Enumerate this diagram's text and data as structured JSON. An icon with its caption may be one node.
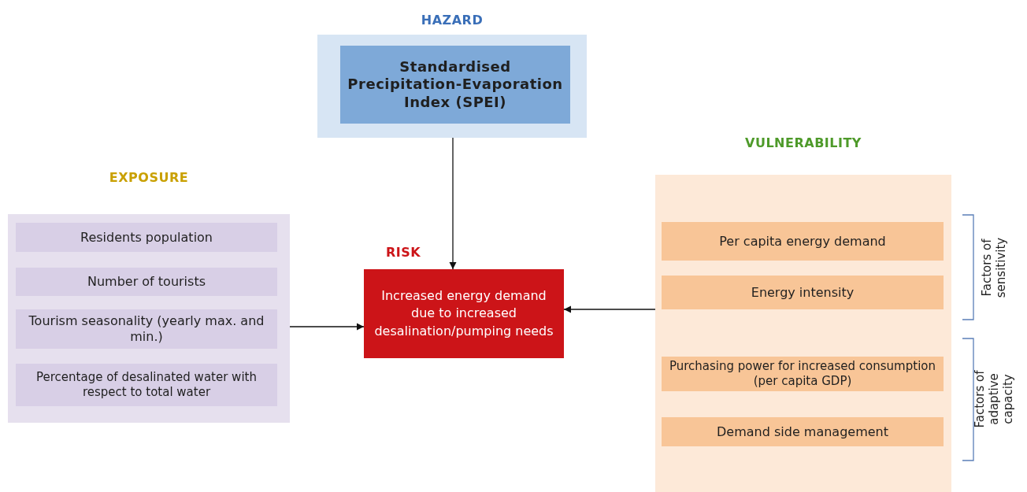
{
  "diagram": {
    "nodes": [
      {
        "text": [
          "HAZARD"
        ]
      },
      {
        "text": [
          "Standardised Precipitation-Evaporation Index (SPEI)"
        ],
        "in": 0
      },
      {
        "text": [
          "EXPOSURE"
        ]
      },
      {
        "text": [
          "Residents population"
        ],
        "in": 2
      },
      {
        "text": [
          "Number of tourists"
        ],
        "in": 2
      },
      {
        "text": [
          "Tourism seasonality (yearly max. and min.)"
        ],
        "in": 2
      },
      {
        "text": [
          "Percentage of desalinated water with respect to total water"
        ],
        "in": 2
      },
      {
        "text": [
          "RISK",
          "Increased energy demand due to increased desalination/pumping needs"
        ]
      },
      {
        "text": [
          "VULNERABILITY"
        ]
      },
      {
        "text": [
          "Per capita energy demand"
        ],
        "in": 8
      },
      {
        "text": [
          "Energy intensity"
        ],
        "in": 8
      },
      {
        "text": [
          "Purchasing power for increased consumption (per capita GDP)"
        ],
        "in": 8
      },
      {
        "text": [
          "Demand side management"
        ],
        "in": 8
      }
    ],
    "edges": [
      {
        "from": 0,
        "to": 7,
        "arrow": "to"
      },
      {
        "from": 2,
        "to": 7,
        "arrow": "to"
      },
      {
        "from": 8,
        "to": 7,
        "arrow": "to"
      }
    ],
    "labels": [
      "Factors of sensitivity",
      "Factors of adaptive capacity"
    ]
  }
}
